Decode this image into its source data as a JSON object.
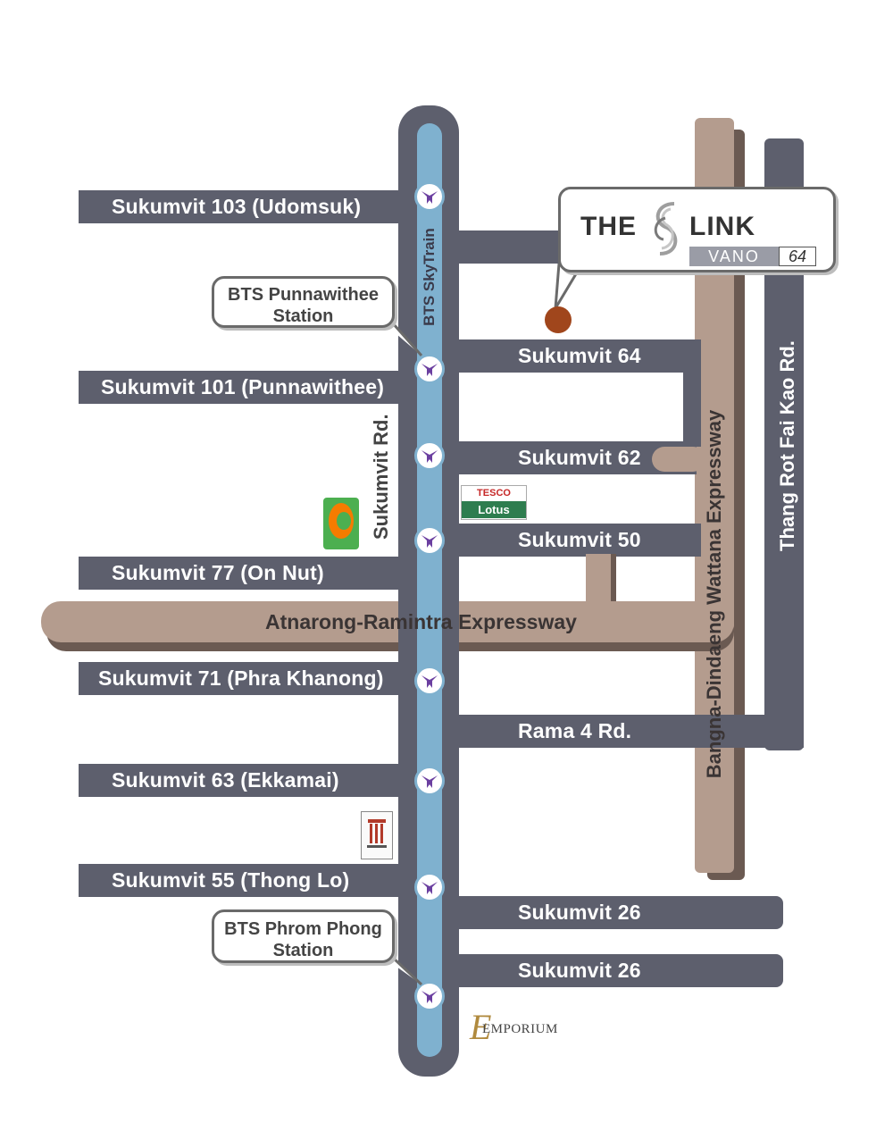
{
  "roads": {
    "sukumvit_103": "Sukumvit 103 (Udomsuk)",
    "sukumvit_101": "Sukumvit 101 (Punnawithee)",
    "sukumvit_77": "Sukumvit 77 (On Nut)",
    "sukumvit_71": "Sukumvit 71 (Phra Khanong)",
    "sukumvit_63": "Sukumvit 63 (Ekkamai)",
    "sukumvit_55": "Sukumvit 55 (Thong Lo)",
    "sukumvit_64": "Sukumvit 64",
    "sukumvit_62": "Sukumvit 62",
    "sukumvit_50": "Sukumvit 50",
    "rama_4": "Rama 4 Rd.",
    "sukumvit_26_a": "Sukumvit 26",
    "sukumvit_26_b": "Sukumvit 26",
    "sukumvit_rd": "Sukumvit Rd.",
    "thang_rot_fai_kao": "Thang Rot Fai Kao Rd.",
    "skytrain": "BTS SkyTrain"
  },
  "expressways": {
    "atnarong": "Atnarong-Ramintra Expressway",
    "bangna": "Bangna-Dindaeng Wattana Expressway"
  },
  "callouts": {
    "punnawithee_line1": "BTS Punnawithee",
    "punnawithee_line2": "Station",
    "phrom_phong_line1": "BTS Phrom Phong",
    "phrom_phong_line2": "Station"
  },
  "project": {
    "name_the": "THE",
    "name_link": "LINK",
    "name_vano": "VANO",
    "name_number": "64"
  },
  "landmarks": {
    "tesco_top": "TESCO",
    "tesco_bottom": "Lotus",
    "emporium": "EMPORIUM"
  },
  "colors": {
    "road": "#5d5f6d",
    "expressway": "#b49c8e",
    "skytrain": "#7fb1cf",
    "station_icon": "#6b3fa0",
    "project_marker": "#a0461c"
  }
}
